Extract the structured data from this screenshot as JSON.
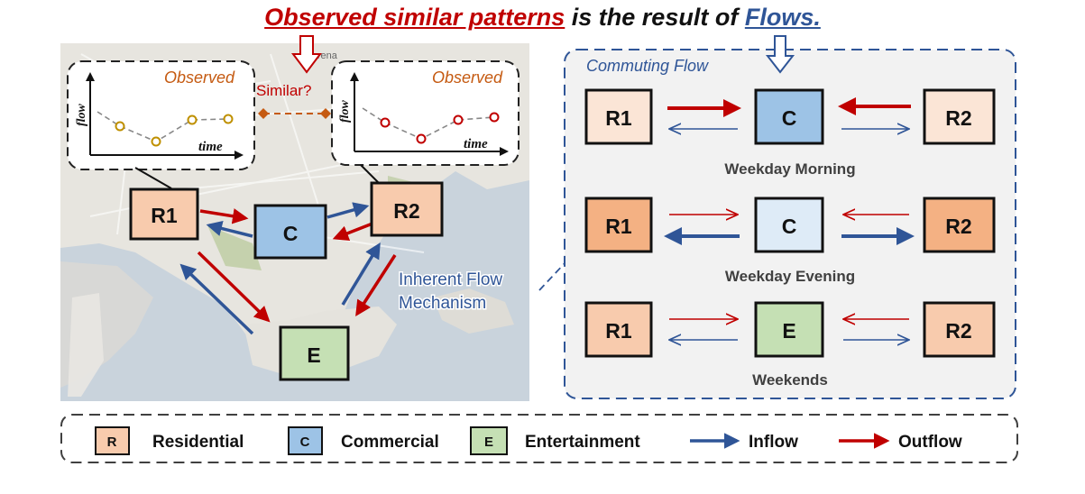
{
  "title": {
    "highlight1": "Observed similar patterns",
    "middle": " is the result of ",
    "highlight2": "Flows."
  },
  "map": {
    "place_labels": [
      "Novena"
    ],
    "similar_label": "Similar?",
    "observed_left": {
      "label": "Observed",
      "y_axis": "flow",
      "x_axis": "time"
    },
    "observed_right": {
      "label": "Observed",
      "y_axis": "flow",
      "x_axis": "time"
    },
    "nodes": {
      "r1": "R1",
      "r2": "R2",
      "c": "C",
      "e": "E"
    },
    "mechanism_label_line1": "Inherent Flow",
    "mechanism_label_line2": "Mechanism"
  },
  "panel": {
    "title": "Commuting Flow",
    "rows": [
      {
        "left": "R1",
        "center": "C",
        "right": "R2",
        "caption": "Weekday Morning"
      },
      {
        "left": "R1",
        "center": "C",
        "right": "R2",
        "caption": "Weekday Evening"
      },
      {
        "left": "R1",
        "center": "E",
        "right": "R2",
        "caption": "Weekends"
      }
    ]
  },
  "legend": {
    "items": [
      {
        "key": "R",
        "label": "Residential"
      },
      {
        "key": "C",
        "label": "Commercial"
      },
      {
        "key": "E",
        "label": "Entertainment"
      },
      {
        "key": "inflow",
        "label": "Inflow"
      },
      {
        "key": "outflow",
        "label": "Outflow"
      }
    ]
  },
  "colors": {
    "inflow": "#2f5597",
    "outflow": "#c00000",
    "residential_light": "#fbe5d6",
    "residential_mid": "#f8cbad",
    "residential_dark": "#f4b183",
    "commercial": "#9dc3e6",
    "commercial_light": "#deebf7",
    "entertainment": "#c5e0b4",
    "similar": "#c55a11"
  }
}
